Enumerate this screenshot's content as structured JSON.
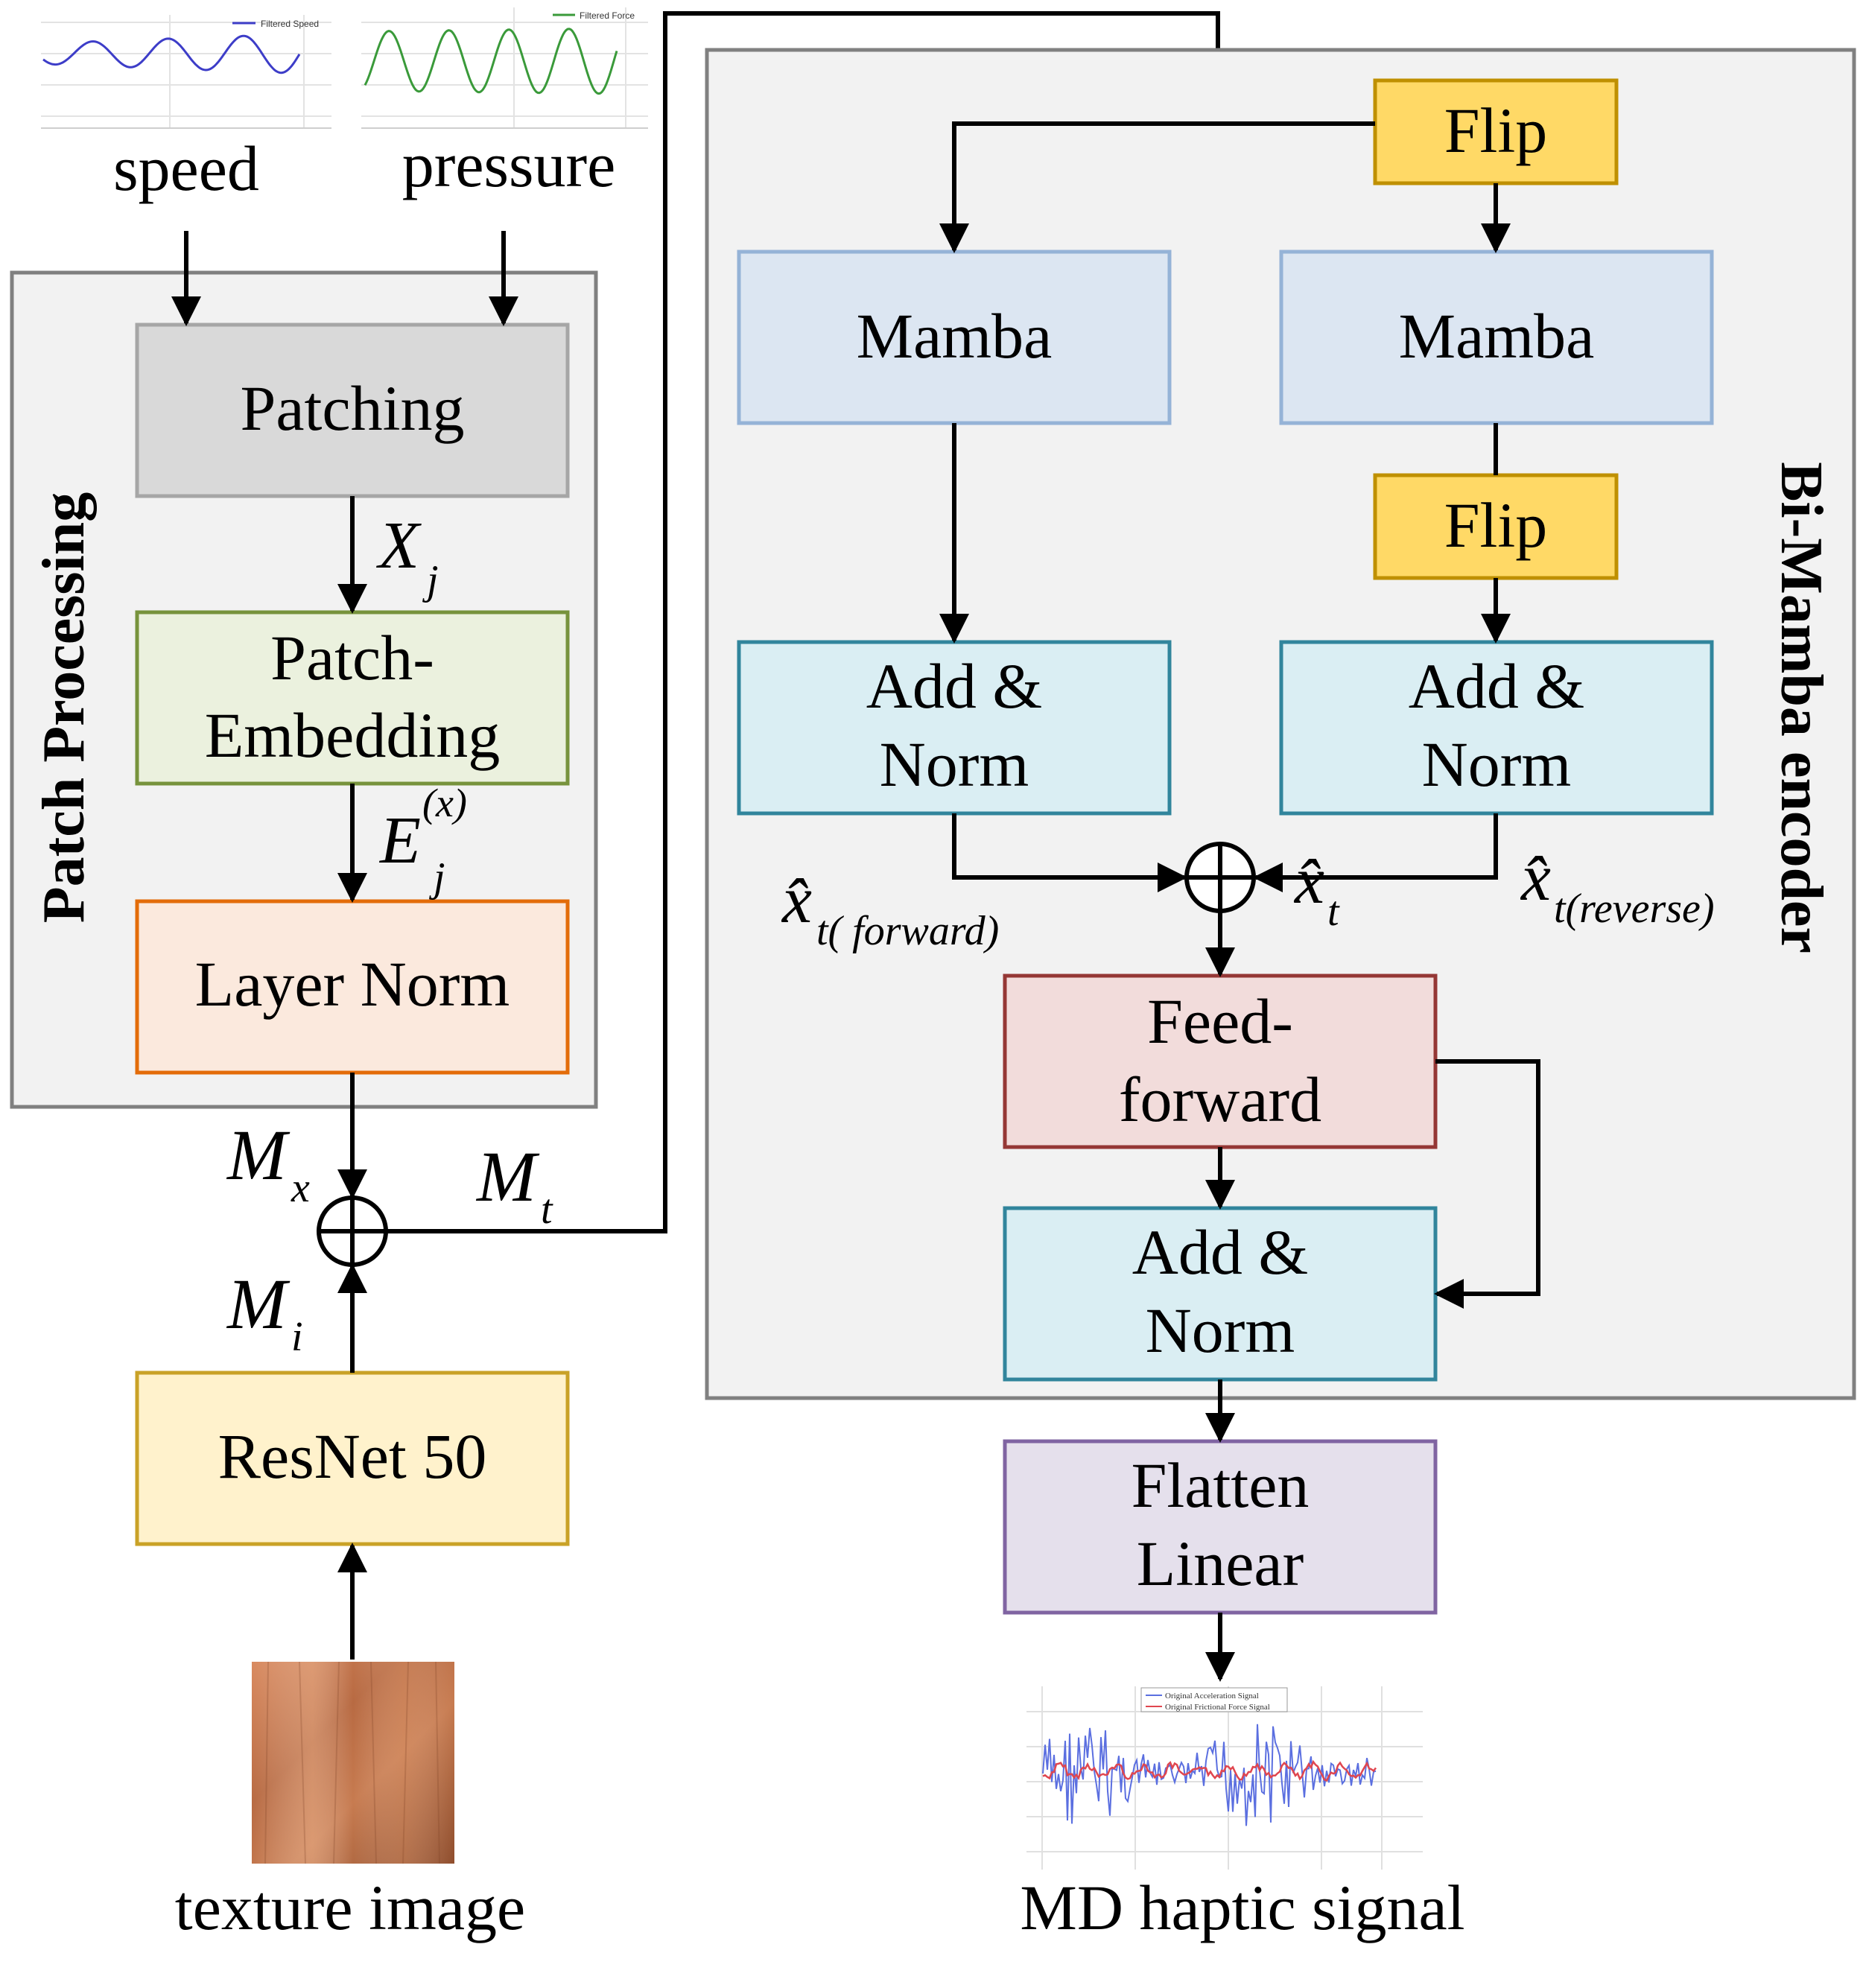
{
  "inputs": {
    "speed_label": "speed",
    "pressure_label": "pressure",
    "speed_legend": "Filtered Speed",
    "pressure_legend": "Filtered Force",
    "texture_label": "texture image"
  },
  "patch_processing": {
    "title": "Patch Processing",
    "patching": "Patching",
    "embedding_line1": "Patch-",
    "embedding_line2": "Embedding",
    "layer_norm": "Layer Norm"
  },
  "resnet": "ResNet 50",
  "bi_mamba": {
    "title": "Bi-Mamba encoder",
    "flip_top": "Flip",
    "flip_mid": "Flip",
    "mamba_left": "Mamba",
    "mamba_right": "Mamba",
    "addnorm_left_1": "Add &",
    "addnorm_left_2": "Norm",
    "addnorm_right_1": "Add &",
    "addnorm_right_2": "Norm",
    "ff_line1": "Feed-",
    "ff_line2": "forward",
    "addnorm_bottom_1": "Add &",
    "addnorm_bottom_2": "Norm"
  },
  "flatten_line1": "Flatten",
  "flatten_line2": "Linear",
  "output": {
    "label": "MD haptic signal",
    "legend_accel": "Original Acceleration Signal",
    "legend_force": "Original Frictional Force Signal"
  },
  "symbols": {
    "x_j_main": "X",
    "x_j_sub": "j",
    "e_main": "E",
    "e_sup": "(x)",
    "e_sub": "j",
    "m_x_main": "M",
    "m_x_sub": "x",
    "m_t_main": "M",
    "m_t_sub": "t",
    "m_i_main": "M",
    "m_i_sub": "i",
    "xf_main": "x̂",
    "xf_sub": "t( forward)",
    "xr_main": "x̂",
    "xr_sub": "t(reverse)",
    "xt_main": "x̂",
    "xt_sub": "t"
  },
  "colors": {
    "gray_fill": "#d9d9d9",
    "gray_stroke": "#a6a6a6",
    "green_fill": "#ebf1de",
    "green_stroke": "#77933c",
    "orange_fill": "#fbe9dd",
    "orange_stroke": "#e36c09",
    "yellow_fill": "#fff2cc",
    "yellow_stroke": "#c9a227",
    "flip_fill": "#ffd966",
    "flip_stroke": "#bf9000",
    "mamba_fill": "#dce6f2",
    "mamba_stroke": "#95b3d7",
    "addnorm_fill": "#daeef3",
    "addnorm_stroke": "#31859c",
    "ff_fill": "#f2dcdb",
    "ff_stroke": "#953735",
    "flatten_fill": "#e5e0ec",
    "flatten_stroke": "#8064a2",
    "panel_fill": "#f2f2f2",
    "panel_stroke": "#808080"
  }
}
